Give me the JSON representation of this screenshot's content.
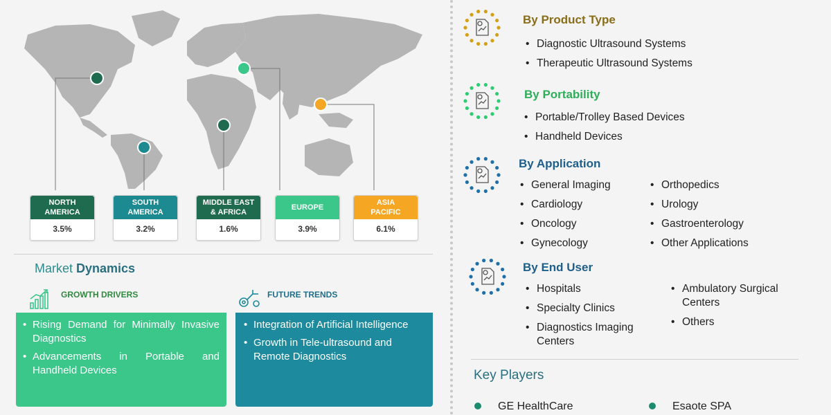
{
  "regions": [
    {
      "name": "NORTH\nAMERICA",
      "value": "3.5%",
      "color": "#1e6b4f"
    },
    {
      "name": "SOUTH\nAMERICA",
      "value": "3.2%",
      "color": "#1d8a91"
    },
    {
      "name": "MIDDLE EAST\n& AFRICA",
      "value": "1.6%",
      "color": "#1e6b4f"
    },
    {
      "name": "EUROPE",
      "value": "3.9%",
      "color": "#3cc78a"
    },
    {
      "name": "ASIA\nPACIFIC",
      "value": "6.1%",
      "color": "#f5a623"
    }
  ],
  "market_dynamics": {
    "title_plain": "Market ",
    "title_bold": "Dynamics",
    "growth_drivers": {
      "heading": "GROWTH DRIVERS",
      "items": [
        "Rising Demand for Minimally Invasive Diagnostics",
        "Advancements in Portable and Handheld Devices"
      ]
    },
    "future_trends": {
      "heading": "FUTURE TRENDS",
      "items": [
        "Integration of Artificial Intelligence",
        "Growth in Tele-ultrasound and Remote Diagnostics"
      ]
    }
  },
  "segments": {
    "product_type": {
      "title": "By Product Type",
      "color": "#8a6d1a",
      "items": [
        "Diagnostic Ultrasound Systems",
        "Therapeutic Ultrasound Systems"
      ]
    },
    "portability": {
      "title": "By Portability",
      "color": "#2fae5a",
      "items": [
        "Portable/Trolley Based Devices",
        "Handheld Devices"
      ]
    },
    "application": {
      "title": "By Application",
      "color": "#1f5f8b",
      "items_left": [
        "General Imaging",
        "Cardiology",
        "Oncology",
        "Gynecology"
      ],
      "items_right": [
        "Orthopedics",
        "Urology",
        "Gastroenterology",
        "Other Applications"
      ]
    },
    "end_user": {
      "title": "By End User",
      "color": "#1f5f8b",
      "items_left": [
        "Hospitals",
        "Specialty Clinics",
        "Diagnostics Imaging Centers"
      ],
      "items_right": [
        "Ambulatory Surgical Centers",
        "Others"
      ]
    }
  },
  "key_players": {
    "title": "Key Players",
    "items": [
      "GE HealthCare",
      "Esaote SPA"
    ]
  },
  "colors": {
    "gold": "#d4a017",
    "green": "#2ecc71",
    "blue": "#1f6fa8",
    "teal": "#1d8a91",
    "panel_green": "#3cc78a",
    "panel_teal": "#1d8a9e"
  }
}
